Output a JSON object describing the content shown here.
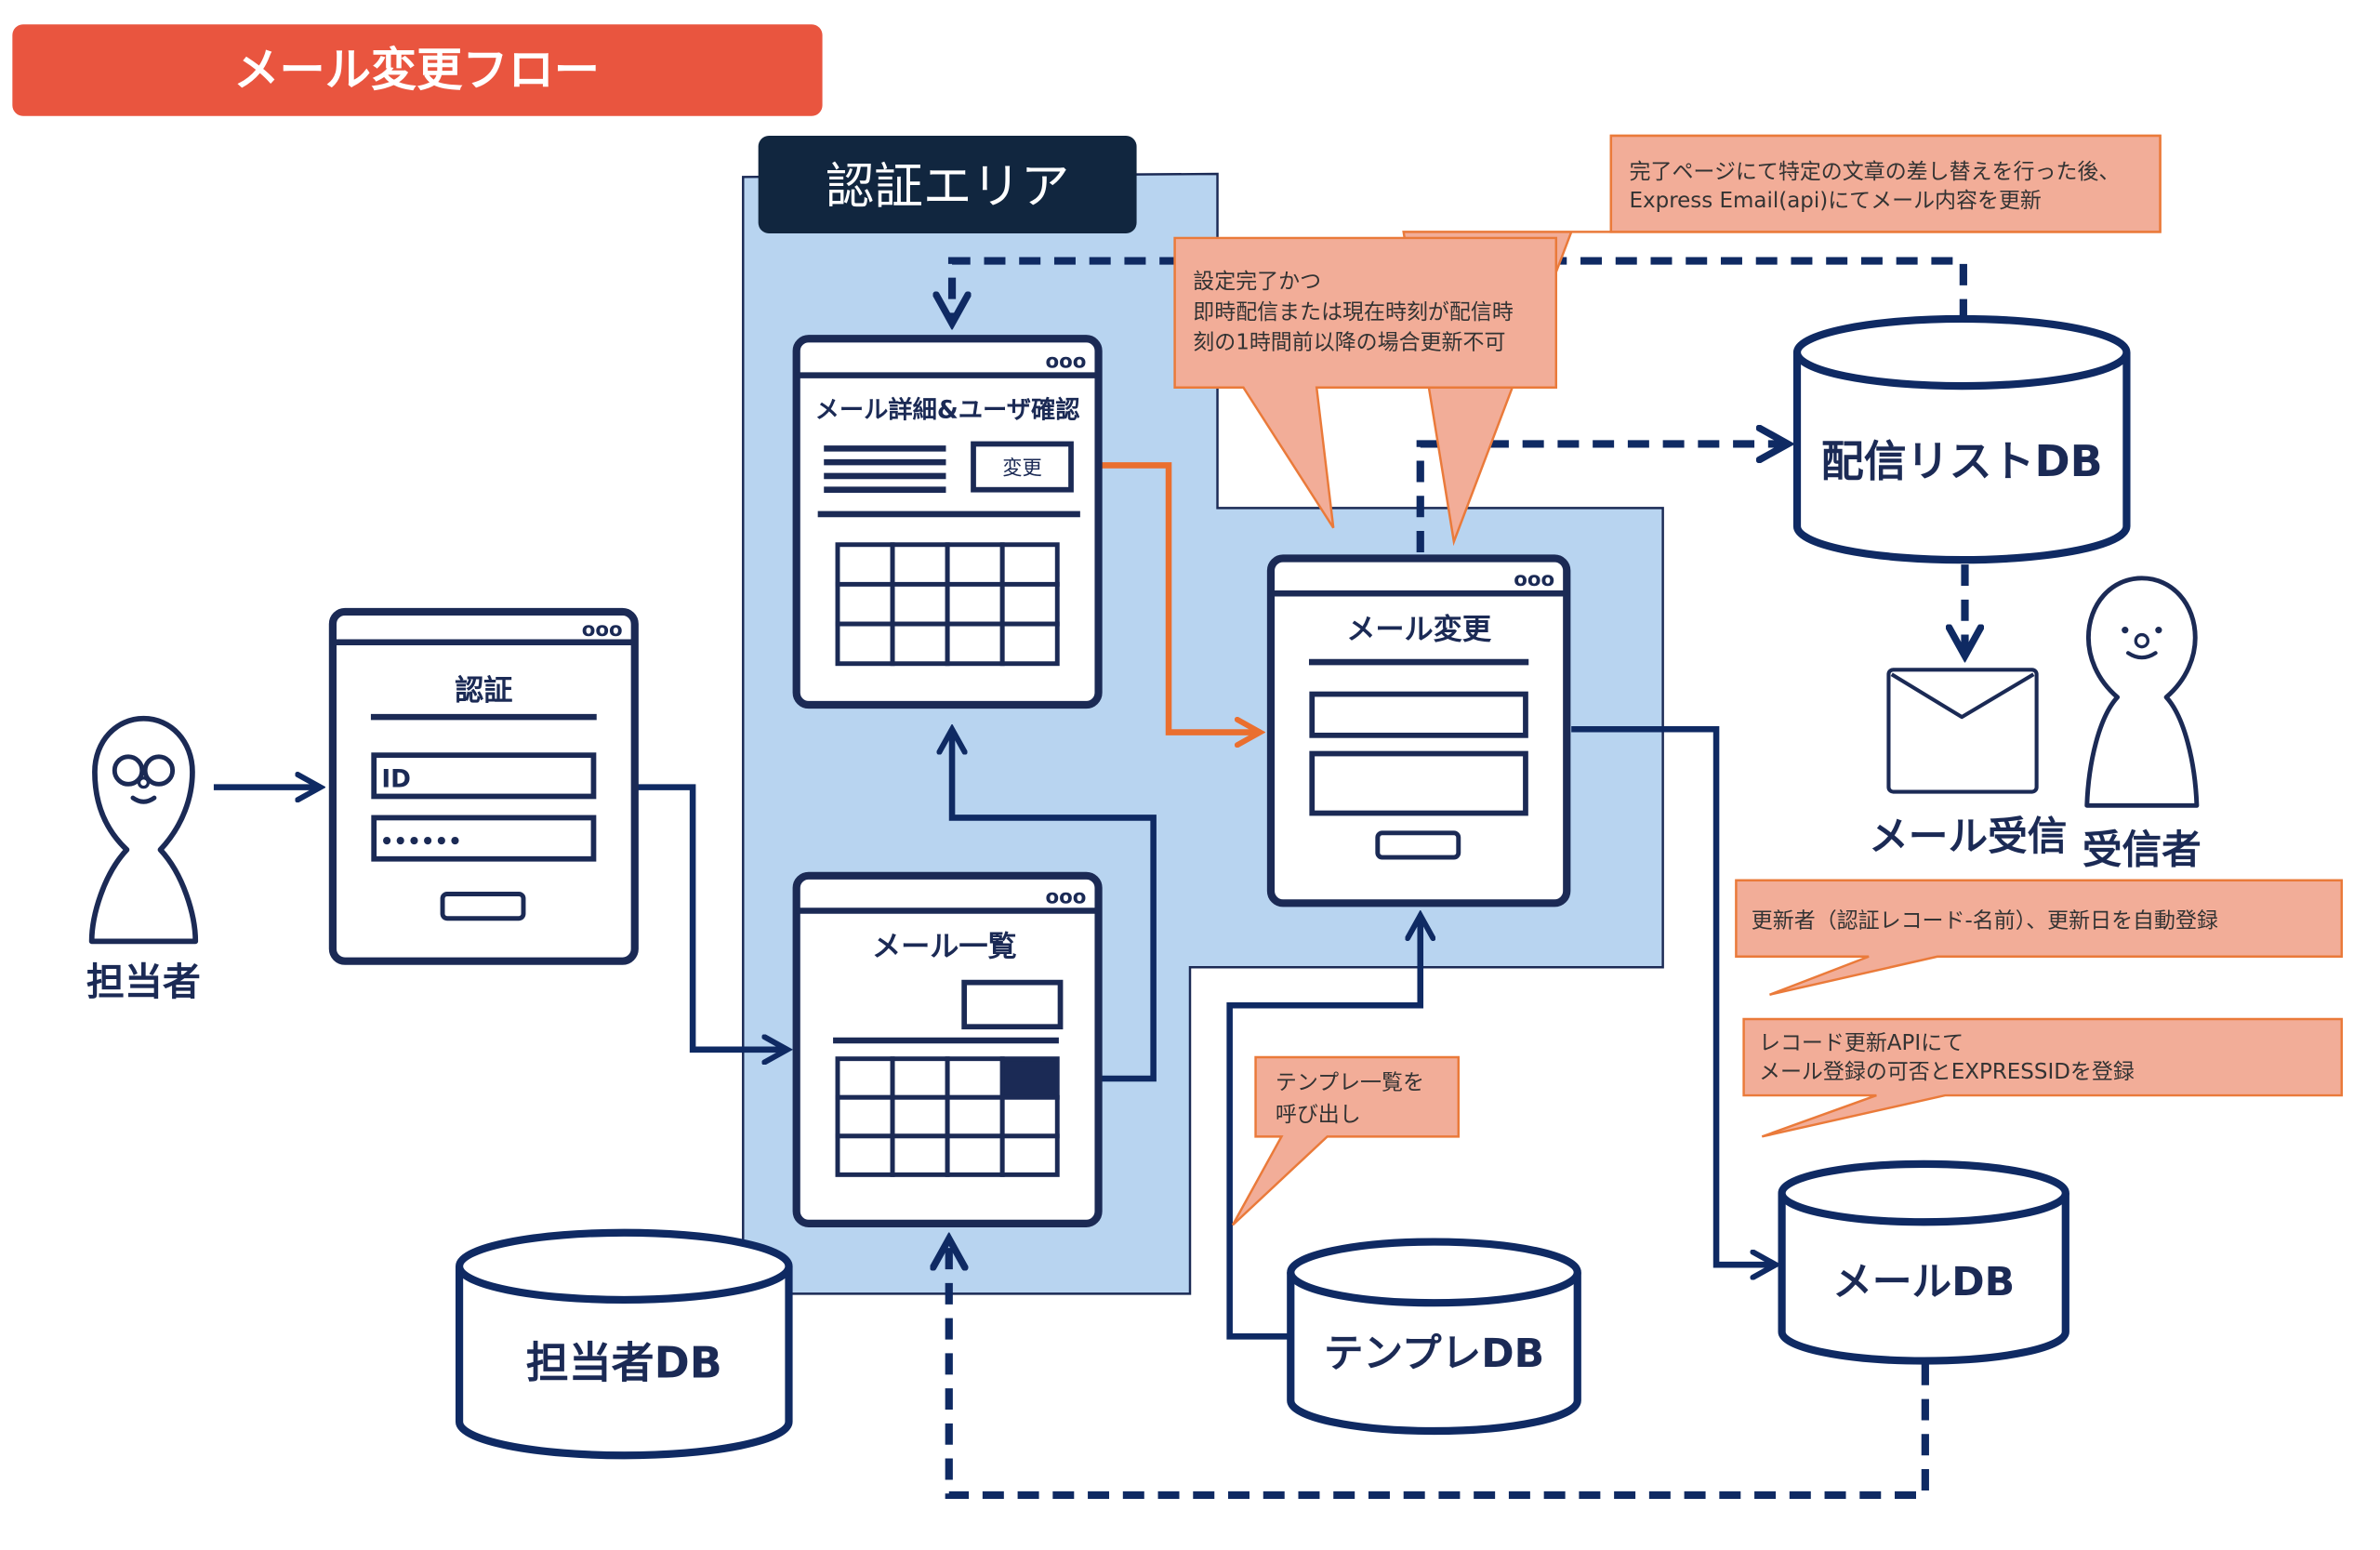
{
  "title": "メール変更フロー",
  "colors": {
    "title_bg": "#e9553f",
    "auth_area_bg": "#b8d4f0",
    "auth_label_bg": "#11263f",
    "navy": "#1b2a55",
    "callout_fill": "#f2ad98",
    "callout_border": "#ea7a3a",
    "orange_arrow": "#ea6f2f"
  },
  "auth_area": {
    "label": "認証エリア"
  },
  "actors": {
    "operator": {
      "label": "担当者",
      "icon": "person-with-glasses-icon"
    },
    "recipient": {
      "label": "受信者",
      "icon": "person-icon"
    }
  },
  "screens": {
    "auth": {
      "title": "認証",
      "window_controls": "ooo",
      "id_field": "ID",
      "password_field": "••••••"
    },
    "mail_list": {
      "title": "メール一覧",
      "window_controls": "ooo"
    },
    "mail_detail": {
      "title": "メール詳細&ユーザ確認",
      "window_controls": "ooo",
      "change_button": "変更"
    },
    "mail_change": {
      "title": "メール変更",
      "window_controls": "ooo"
    }
  },
  "databases": {
    "operator_db": "担当者DB",
    "template_db": "テンプレDB",
    "delivery_list_db": "配信リストDB",
    "mail_db": "メールDB"
  },
  "mail_receive": {
    "label": "メール受信",
    "icon": "envelope-icon"
  },
  "callouts": {
    "express_email": [
      "完了ページにて特定の文章の差し替えを行った後、",
      "Express  Email(api)にてメール内容を更新"
    ],
    "update_restriction": [
      "設定完了かつ",
      "即時配信または現在時刻が配信時",
      "刻の1時間前以降の場合更新不可"
    ],
    "auto_register": [
      "更新者（認証レコード-名前）、更新日を自動登録"
    ],
    "record_update_api": [
      "レコード更新APIにて",
      "メール登録の可否とEXPRESSIDを登録"
    ],
    "template_list": [
      "テンプレ一覧を",
      "呼び出し"
    ]
  }
}
